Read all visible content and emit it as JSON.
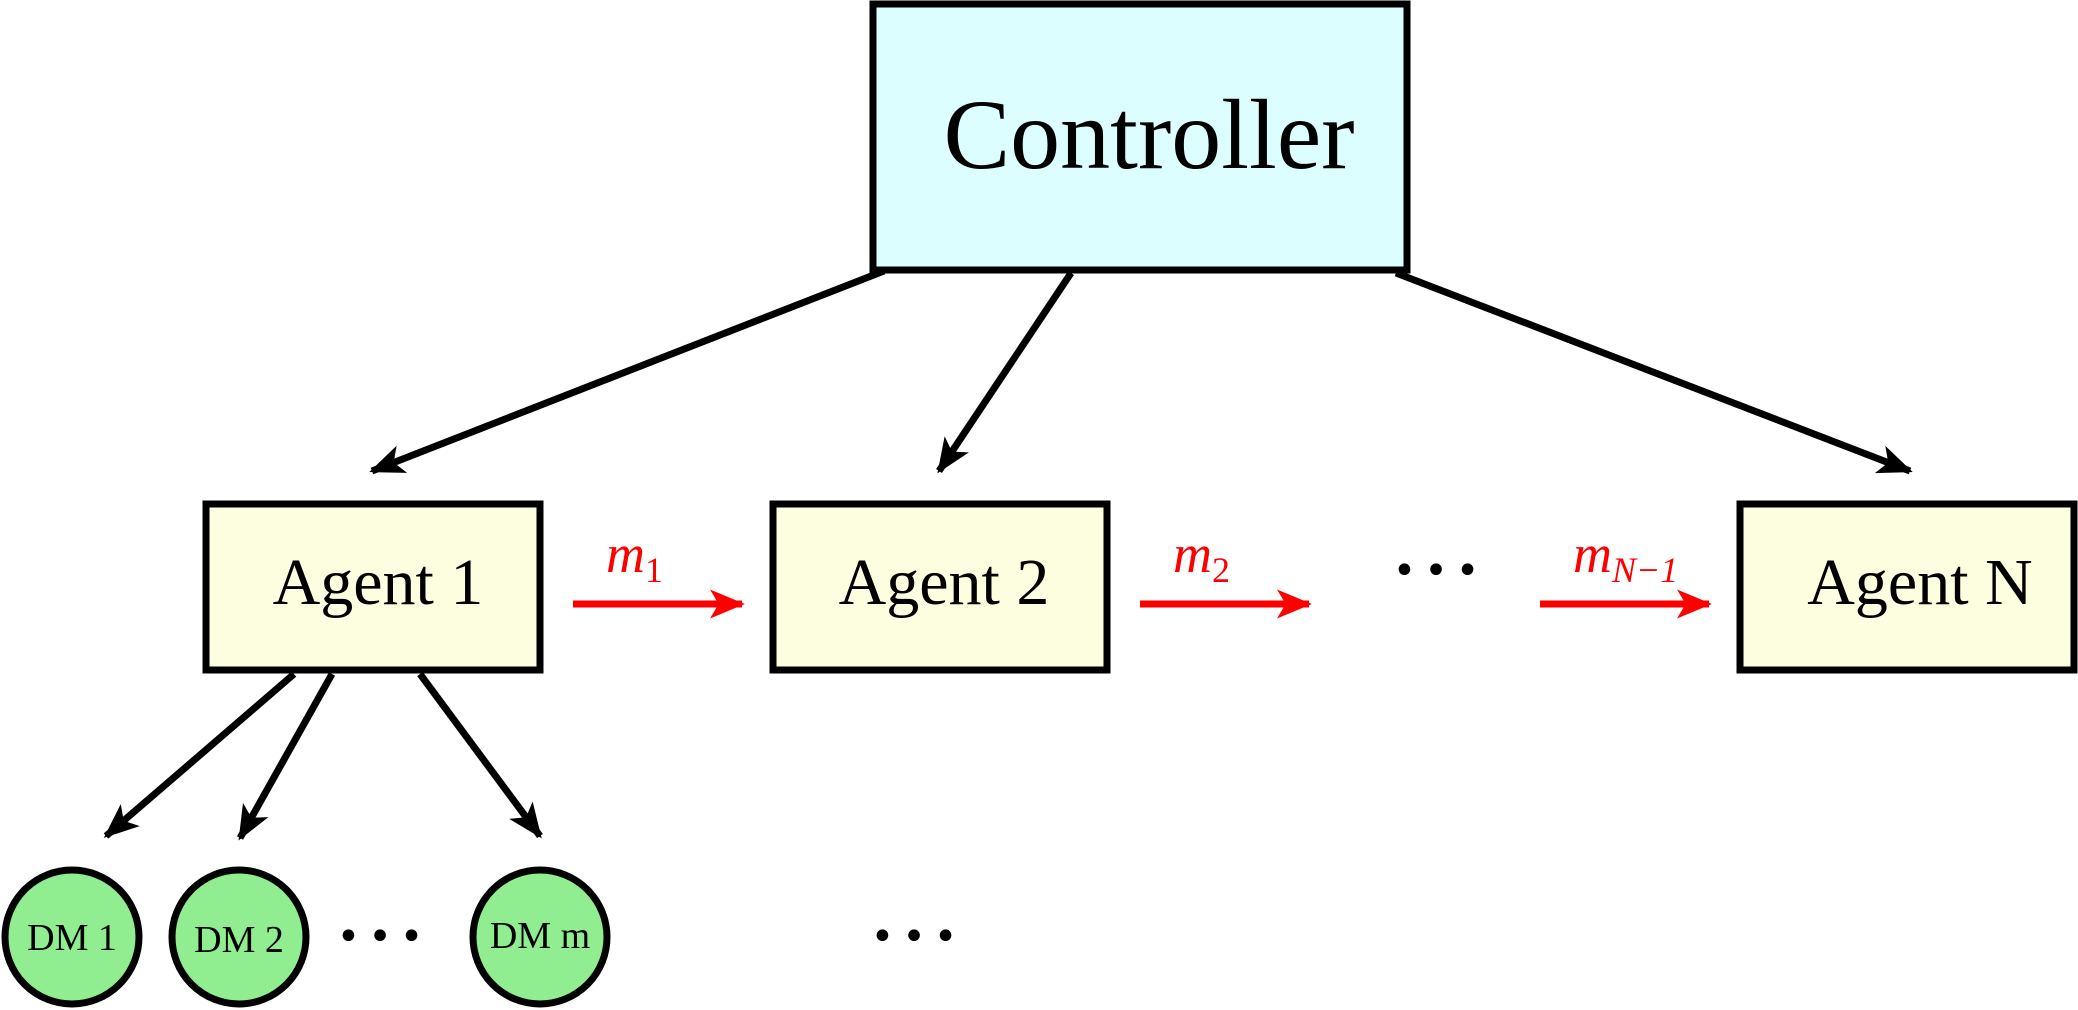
{
  "controller": {
    "label": "Controller",
    "fill": "#ddfefe"
  },
  "agents": [
    {
      "label": "Agent 1"
    },
    {
      "label": "Agent 2"
    },
    {
      "label": "Agent N"
    }
  ],
  "agent_fill": "#fdfde0",
  "messages": [
    {
      "base": "m",
      "sub": "1"
    },
    {
      "base": "m",
      "sub": "2"
    },
    {
      "base": "m",
      "sub": "N−1"
    }
  ],
  "message_color": "#ff0000",
  "dms": [
    {
      "label": "DM 1"
    },
    {
      "label": "DM 2"
    },
    {
      "label": "DM m"
    }
  ],
  "dm_fill": "#90ee90",
  "ellipsis": "•••"
}
